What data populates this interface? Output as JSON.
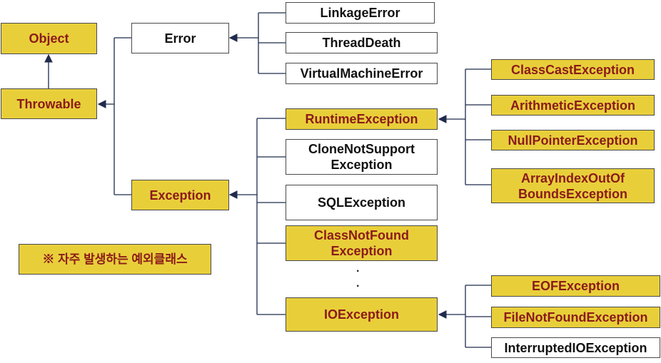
{
  "nodes": {
    "object": "Object",
    "throwable": "Throwable",
    "error": "Error",
    "exception": "Exception",
    "linkage_error": "LinkageError",
    "thread_death": "ThreadDeath",
    "virtual_machine_error": "VirtualMachineError",
    "runtime_exception": "RuntimeException",
    "clone_not_support": "CloneNotSupport\nException",
    "sql_exception": "SQLException",
    "class_not_found": "ClassNotFound\nException",
    "io_exception": "IOException",
    "class_cast_exception": "ClassCastException",
    "arithmetic_exception": "ArithmeticException",
    "null_pointer_exception": "NullPointerException",
    "array_index_out_of_bounds": "ArrayIndexOutOf\nBoundsException",
    "eof_exception": "EOFException",
    "file_not_found_exception": "FileNotFoundException",
    "interrupted_io_exception": "InterruptedIOException"
  },
  "legend": "※ 자주 발생하는 예외클래스",
  "ellipsis": ".",
  "colors": {
    "highlight_fill": "#e8cf3a",
    "highlight_text": "#8b1a1a",
    "plain_fill": "#ffffff",
    "line": "#1f2a4d"
  }
}
